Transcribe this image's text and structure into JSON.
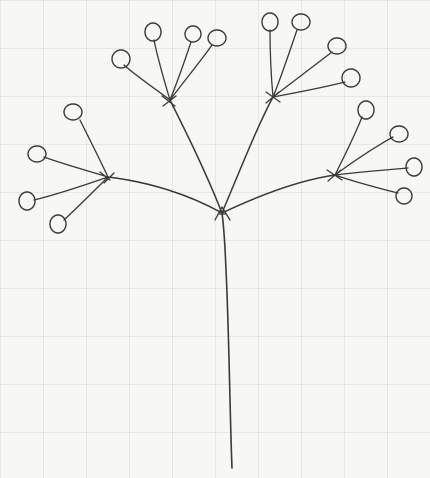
{
  "diagram": {
    "kind": "compound umbel sketch",
    "colors": {
      "paper": "#f7f7f5",
      "grid": "#d9d9d9",
      "ink": "#3a3a3a"
    },
    "structure": {
      "main_stem": 1,
      "primary_rays": 4,
      "secondary_umbels": [
        {
          "name": "umbel-left",
          "florets": 4
        },
        {
          "name": "umbel-upper-left",
          "florets": 4
        },
        {
          "name": "umbel-upper-right",
          "florets": 4
        },
        {
          "name": "umbel-right",
          "florets": 4
        }
      ]
    }
  }
}
